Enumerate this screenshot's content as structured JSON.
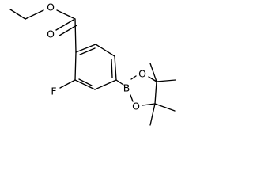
{
  "molecule": {
    "atoms": {
      "oxygen_carbonyl": "O",
      "oxygen_ester": "O",
      "fluorine": "F",
      "boron": "B",
      "oxygen_ring_upper": "O",
      "oxygen_ring_lower": "O"
    },
    "colors": {
      "bond": "#000000",
      "label": "#000000",
      "background": "#ffffff"
    }
  }
}
